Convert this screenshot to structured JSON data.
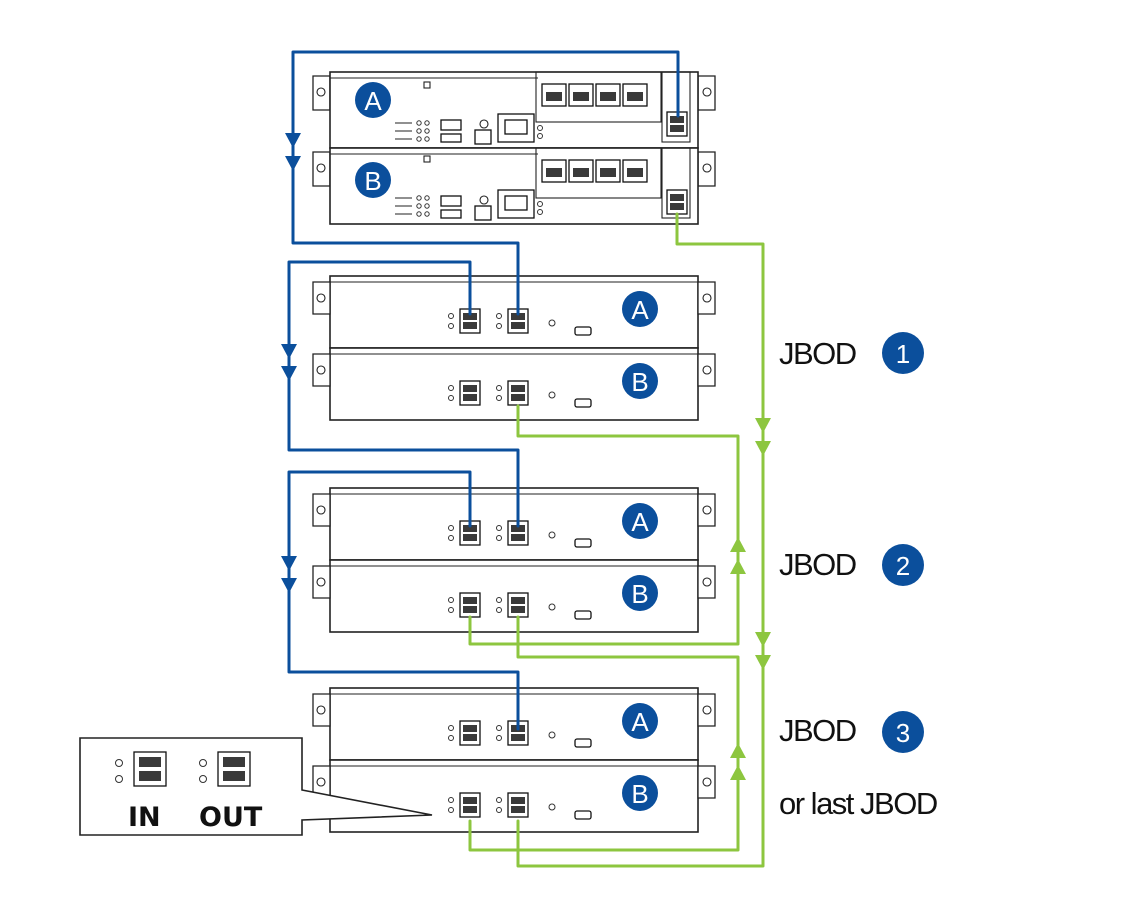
{
  "controllers": {
    "a_label": "A",
    "b_label": "B"
  },
  "jbods": [
    {
      "label": "JBOD",
      "number": "1",
      "a_label": "A",
      "b_label": "B"
    },
    {
      "label": "JBOD",
      "number": "2",
      "a_label": "A",
      "b_label": "B"
    },
    {
      "label": "JBOD",
      "number": "3",
      "a_label": "A",
      "b_label": "B"
    }
  ],
  "last_note": "or last JBOD",
  "callout": {
    "in_label": "IN",
    "out_label": "OUT"
  },
  "colors": {
    "blue_cable": "#0b4f9c",
    "green_cable": "#8dc63f",
    "badge": "#0b4f9c"
  },
  "icons": [
    "sas-port-icon",
    "rj45-port-icon",
    "usb-port-icon",
    "led-icon",
    "arrow-icon"
  ]
}
